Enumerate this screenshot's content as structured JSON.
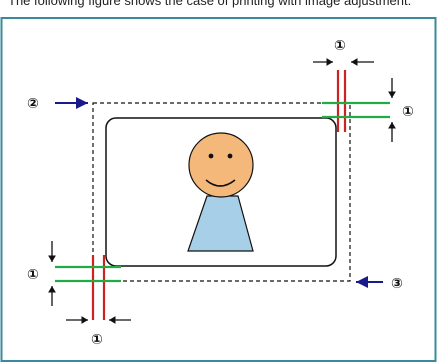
{
  "caption": "The following figure shows the case of printing with image adjustment.",
  "colors": {
    "frame_border": "#3a8a9a",
    "red_guide": "#cc2222",
    "green_guide": "#22aa44",
    "arrow_blue": "#1a1a8a",
    "face_fill": "#f4b97a",
    "body_fill": "#a8cfe8"
  },
  "callouts": {
    "one": "①",
    "two": "②",
    "three": "③"
  }
}
